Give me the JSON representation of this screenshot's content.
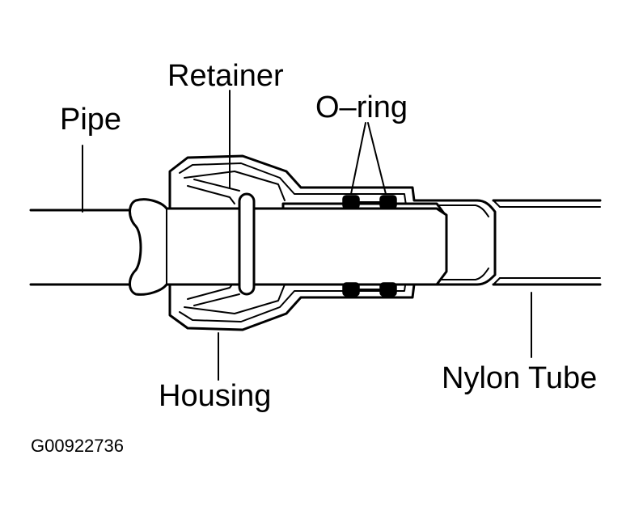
{
  "labels": {
    "pipe": "Pipe",
    "retainer": "Retainer",
    "o_ring": "O–ring",
    "housing": "Housing",
    "nylon_tube": "Nylon Tube"
  },
  "figure_code": "G00922736",
  "colors": {
    "ink": "#000000",
    "paper": "#ffffff"
  }
}
